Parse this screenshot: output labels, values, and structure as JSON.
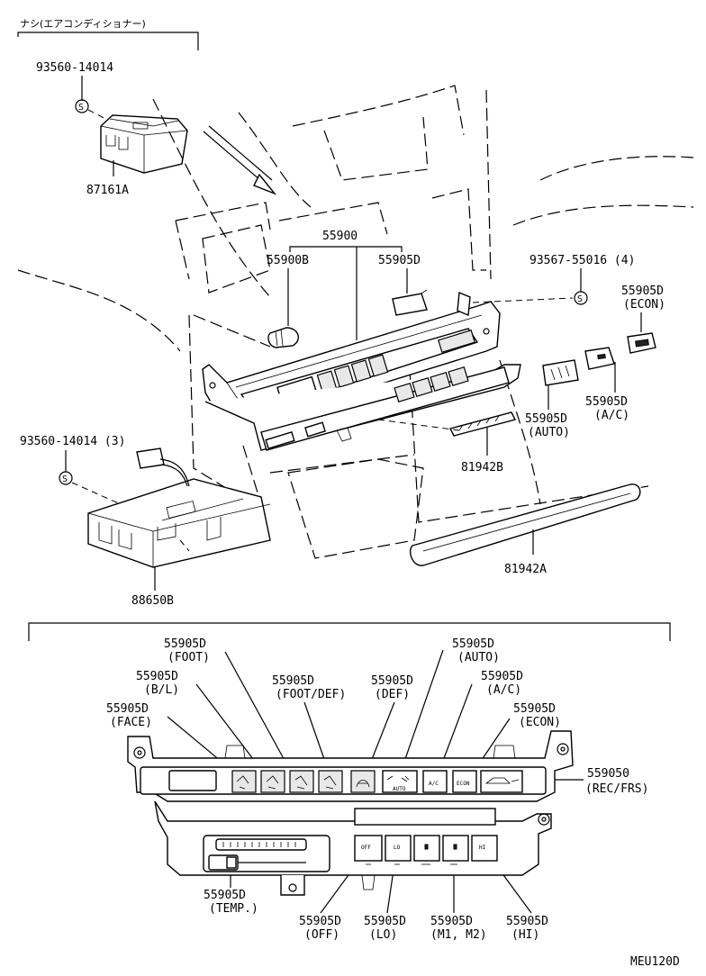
{
  "header_note": "ナシ(エアコンディショナー)",
  "diagram_code": "MEU120D",
  "upper_labels": {
    "relay_part": "93560-14014",
    "relay": "87161A",
    "control_assy": "55900",
    "bulb": "55900B",
    "knob": "55905D",
    "screws": "93567-55016 (4)",
    "econ": "55905D",
    "econ_sub": "(ECON)",
    "ac": "55905D",
    "ac_sub": "(A/C)",
    "auto": "55905D",
    "auto_sub": "(AUTO)",
    "plate_small": "81942B",
    "plate_large": "81942A",
    "amp_screw": "93560-14014 (3)",
    "amplifier": "88650B"
  },
  "lower_labels": {
    "foot": "55905D",
    "foot_sub": "(FOOT)",
    "bl": "55905D",
    "bl_sub": "(B/L)",
    "face": "55905D",
    "face_sub": "(FACE)",
    "foot_def": "55905D",
    "foot_def_sub": "(FOOT/DEF)",
    "def": "55905D",
    "def_sub": "(DEF)",
    "auto": "55905D",
    "auto_sub": "(AUTO)",
    "ac": "55905D",
    "ac_sub": "(A/C)",
    "econ": "55905D",
    "econ_sub": "(ECON)",
    "rec": "559050",
    "rec_sub": "(REC/FRS)",
    "temp": "55905D",
    "temp_sub": "(TEMP.)",
    "off": "55905D",
    "off_sub": "(OFF)",
    "lo": "55905D",
    "lo_sub": "(LO)",
    "m1m2": "55905D",
    "m1m2_sub": "(M1, M2)",
    "hi": "55905D",
    "hi_sub": "(HI)"
  },
  "panel_text": {
    "auto": "AUTO",
    "ac": "A/C",
    "econ": "ECON",
    "off": "OFF",
    "lo": "LO",
    "hi": "HI"
  },
  "screw_symbol": "S"
}
